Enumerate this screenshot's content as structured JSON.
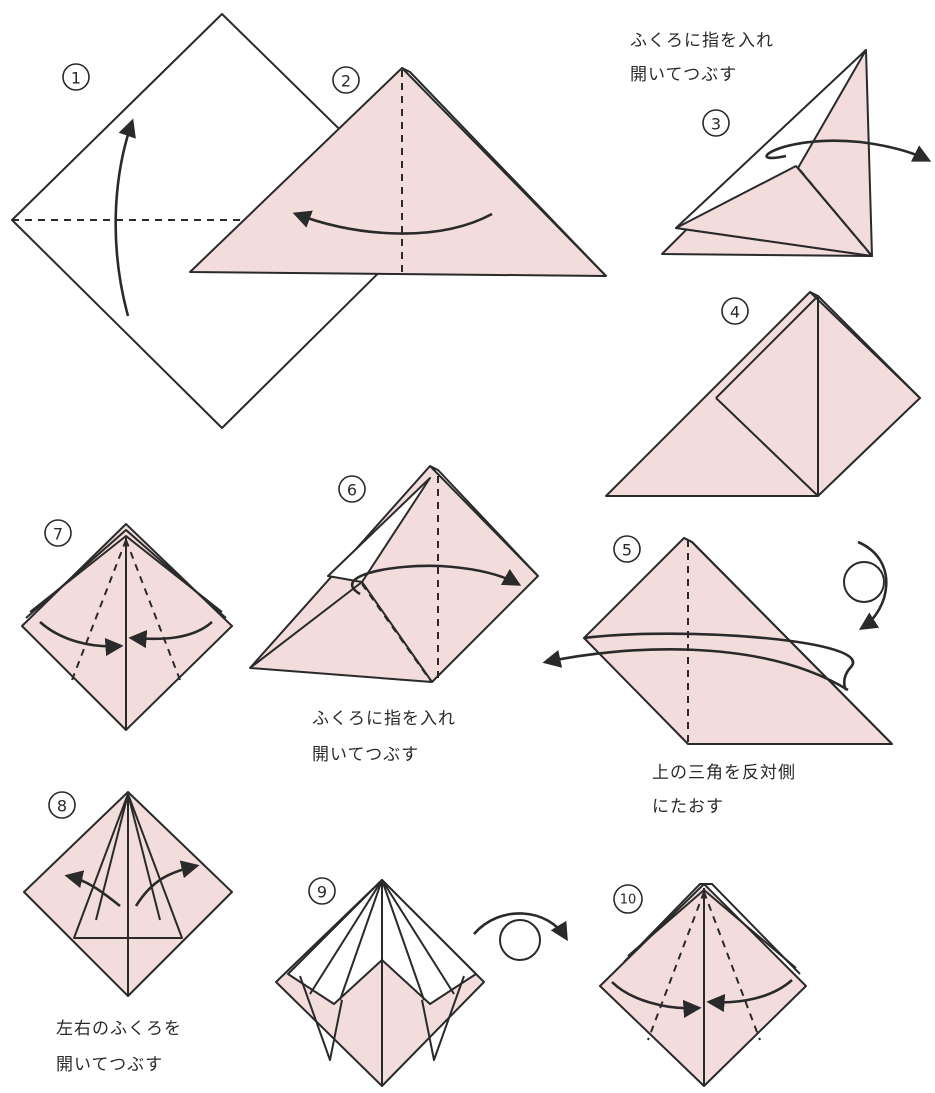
{
  "steps": {
    "s1": "1",
    "s2": "2",
    "s3": "3",
    "s4": "4",
    "s5": "5",
    "s6": "6",
    "s7": "7",
    "s8": "8",
    "s9": "9",
    "s10": "10"
  },
  "captions": {
    "step3": [
      "ふくろに指を入れ",
      "開いてつぶす"
    ],
    "step6": [
      "ふくろに指を入れ",
      "開いてつぶす"
    ],
    "step5": [
      "上の三角を反対側",
      "にたおす"
    ],
    "step8": [
      "左右のふくろを",
      "開いてつぶす"
    ]
  },
  "colors": {
    "paper": "#f2dcdc",
    "ink": "#2a2a2a"
  }
}
